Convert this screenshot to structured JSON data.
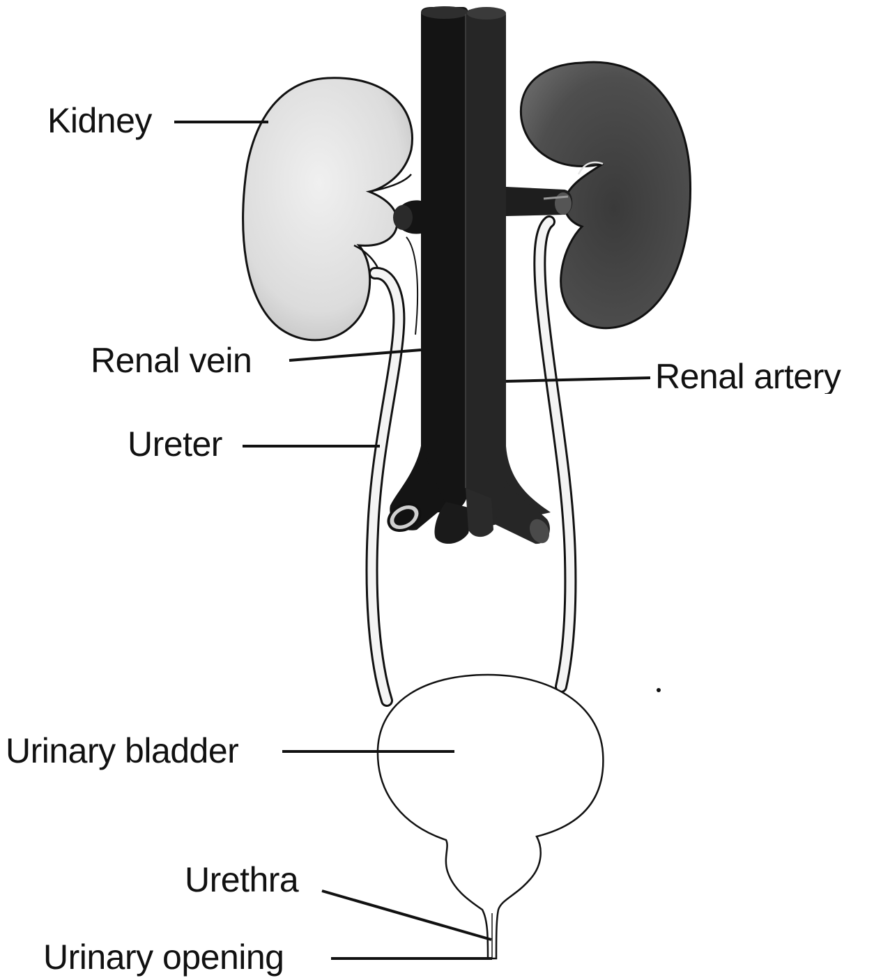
{
  "labels": {
    "kidney": "Kidney",
    "renal_vein": "Renal vein",
    "renal_artery": "Renal artery",
    "ureter": "Ureter",
    "urinary_bladder": "Urinary bladder",
    "urethra": "Urethra",
    "urinary_opening": "Urinary opening"
  },
  "colors": {
    "ink": "#111111",
    "vessel": "#151515",
    "left_kidney": "#e2e2e2",
    "right_kidney": "#4a4a4a",
    "background": "#ffffff"
  }
}
